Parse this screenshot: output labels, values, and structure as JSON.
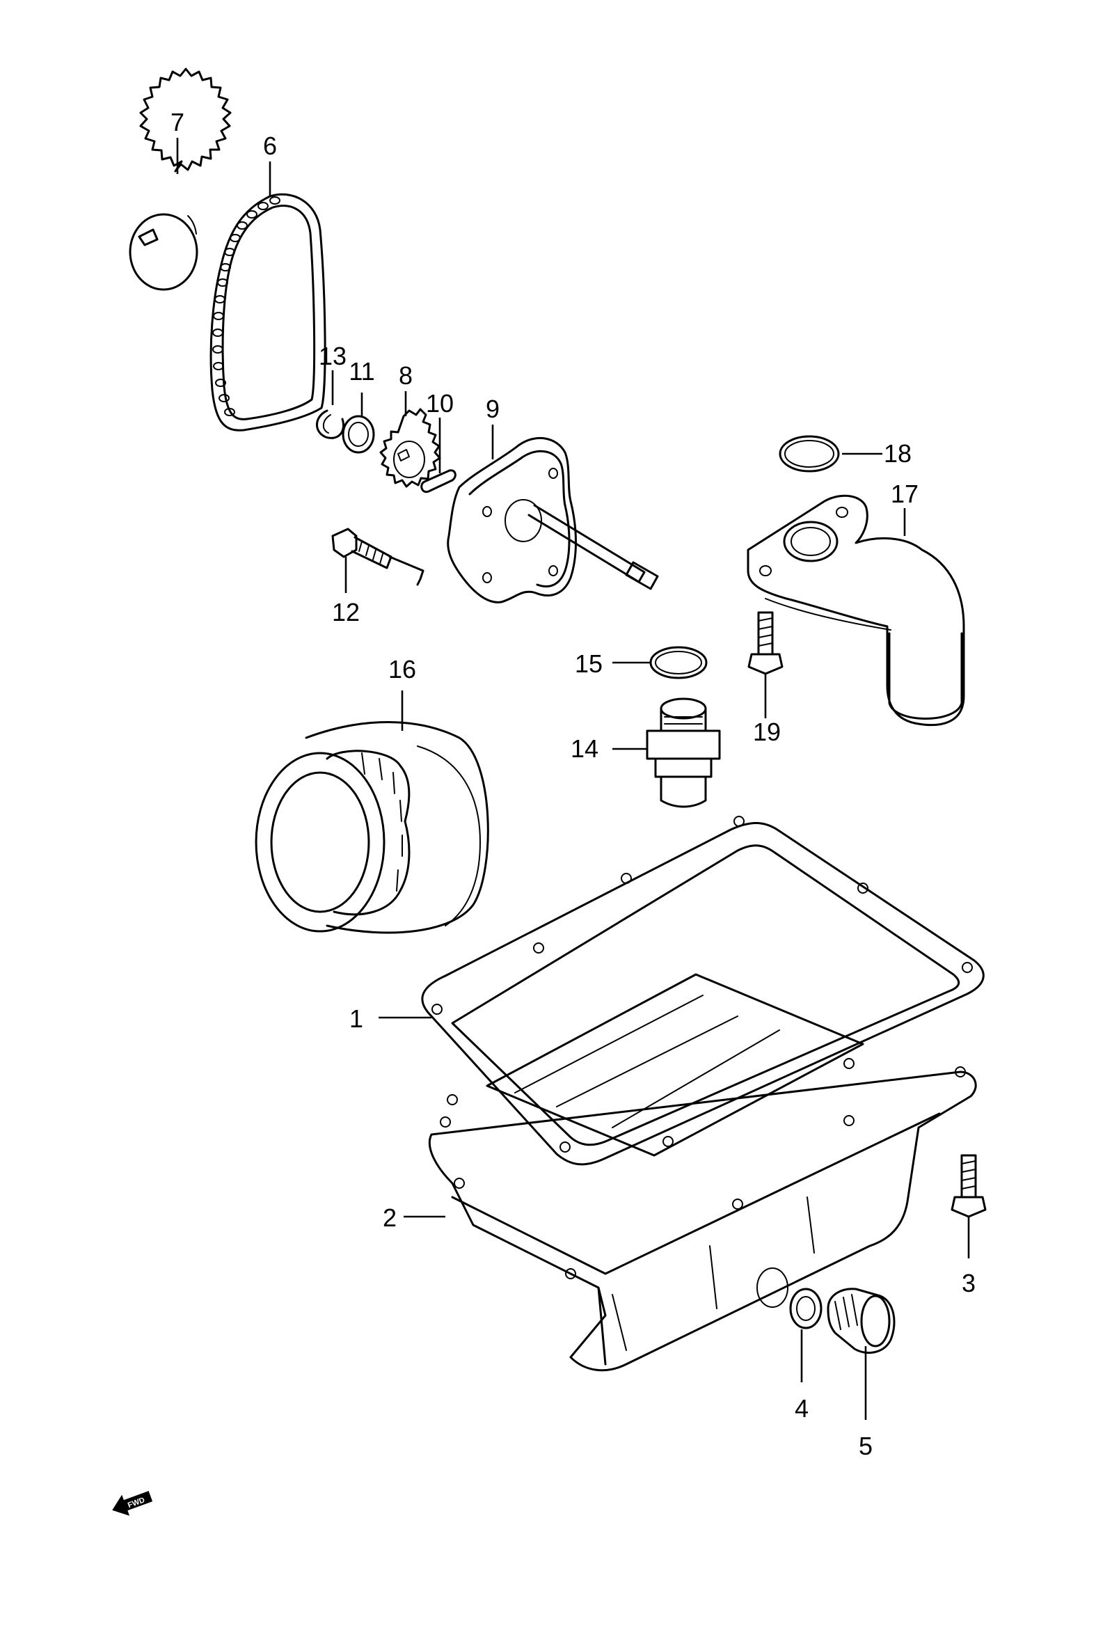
{
  "callouts": [
    {
      "id": "1",
      "label": "1"
    },
    {
      "id": "2",
      "label": "2"
    },
    {
      "id": "3",
      "label": "3"
    },
    {
      "id": "4",
      "label": "4"
    },
    {
      "id": "5",
      "label": "5"
    },
    {
      "id": "6",
      "label": "6"
    },
    {
      "id": "7",
      "label": "7"
    },
    {
      "id": "8",
      "label": "8"
    },
    {
      "id": "9",
      "label": "9"
    },
    {
      "id": "10",
      "label": "10"
    },
    {
      "id": "11",
      "label": "11"
    },
    {
      "id": "12",
      "label": "12"
    },
    {
      "id": "13",
      "label": "13"
    },
    {
      "id": "14",
      "label": "14"
    },
    {
      "id": "15",
      "label": "15"
    },
    {
      "id": "16",
      "label": "16"
    },
    {
      "id": "17",
      "label": "17"
    },
    {
      "id": "18",
      "label": "18"
    },
    {
      "id": "19",
      "label": "19"
    }
  ],
  "direction_marker": {
    "label": "FWD",
    "icon": "forward-arrow-icon"
  }
}
